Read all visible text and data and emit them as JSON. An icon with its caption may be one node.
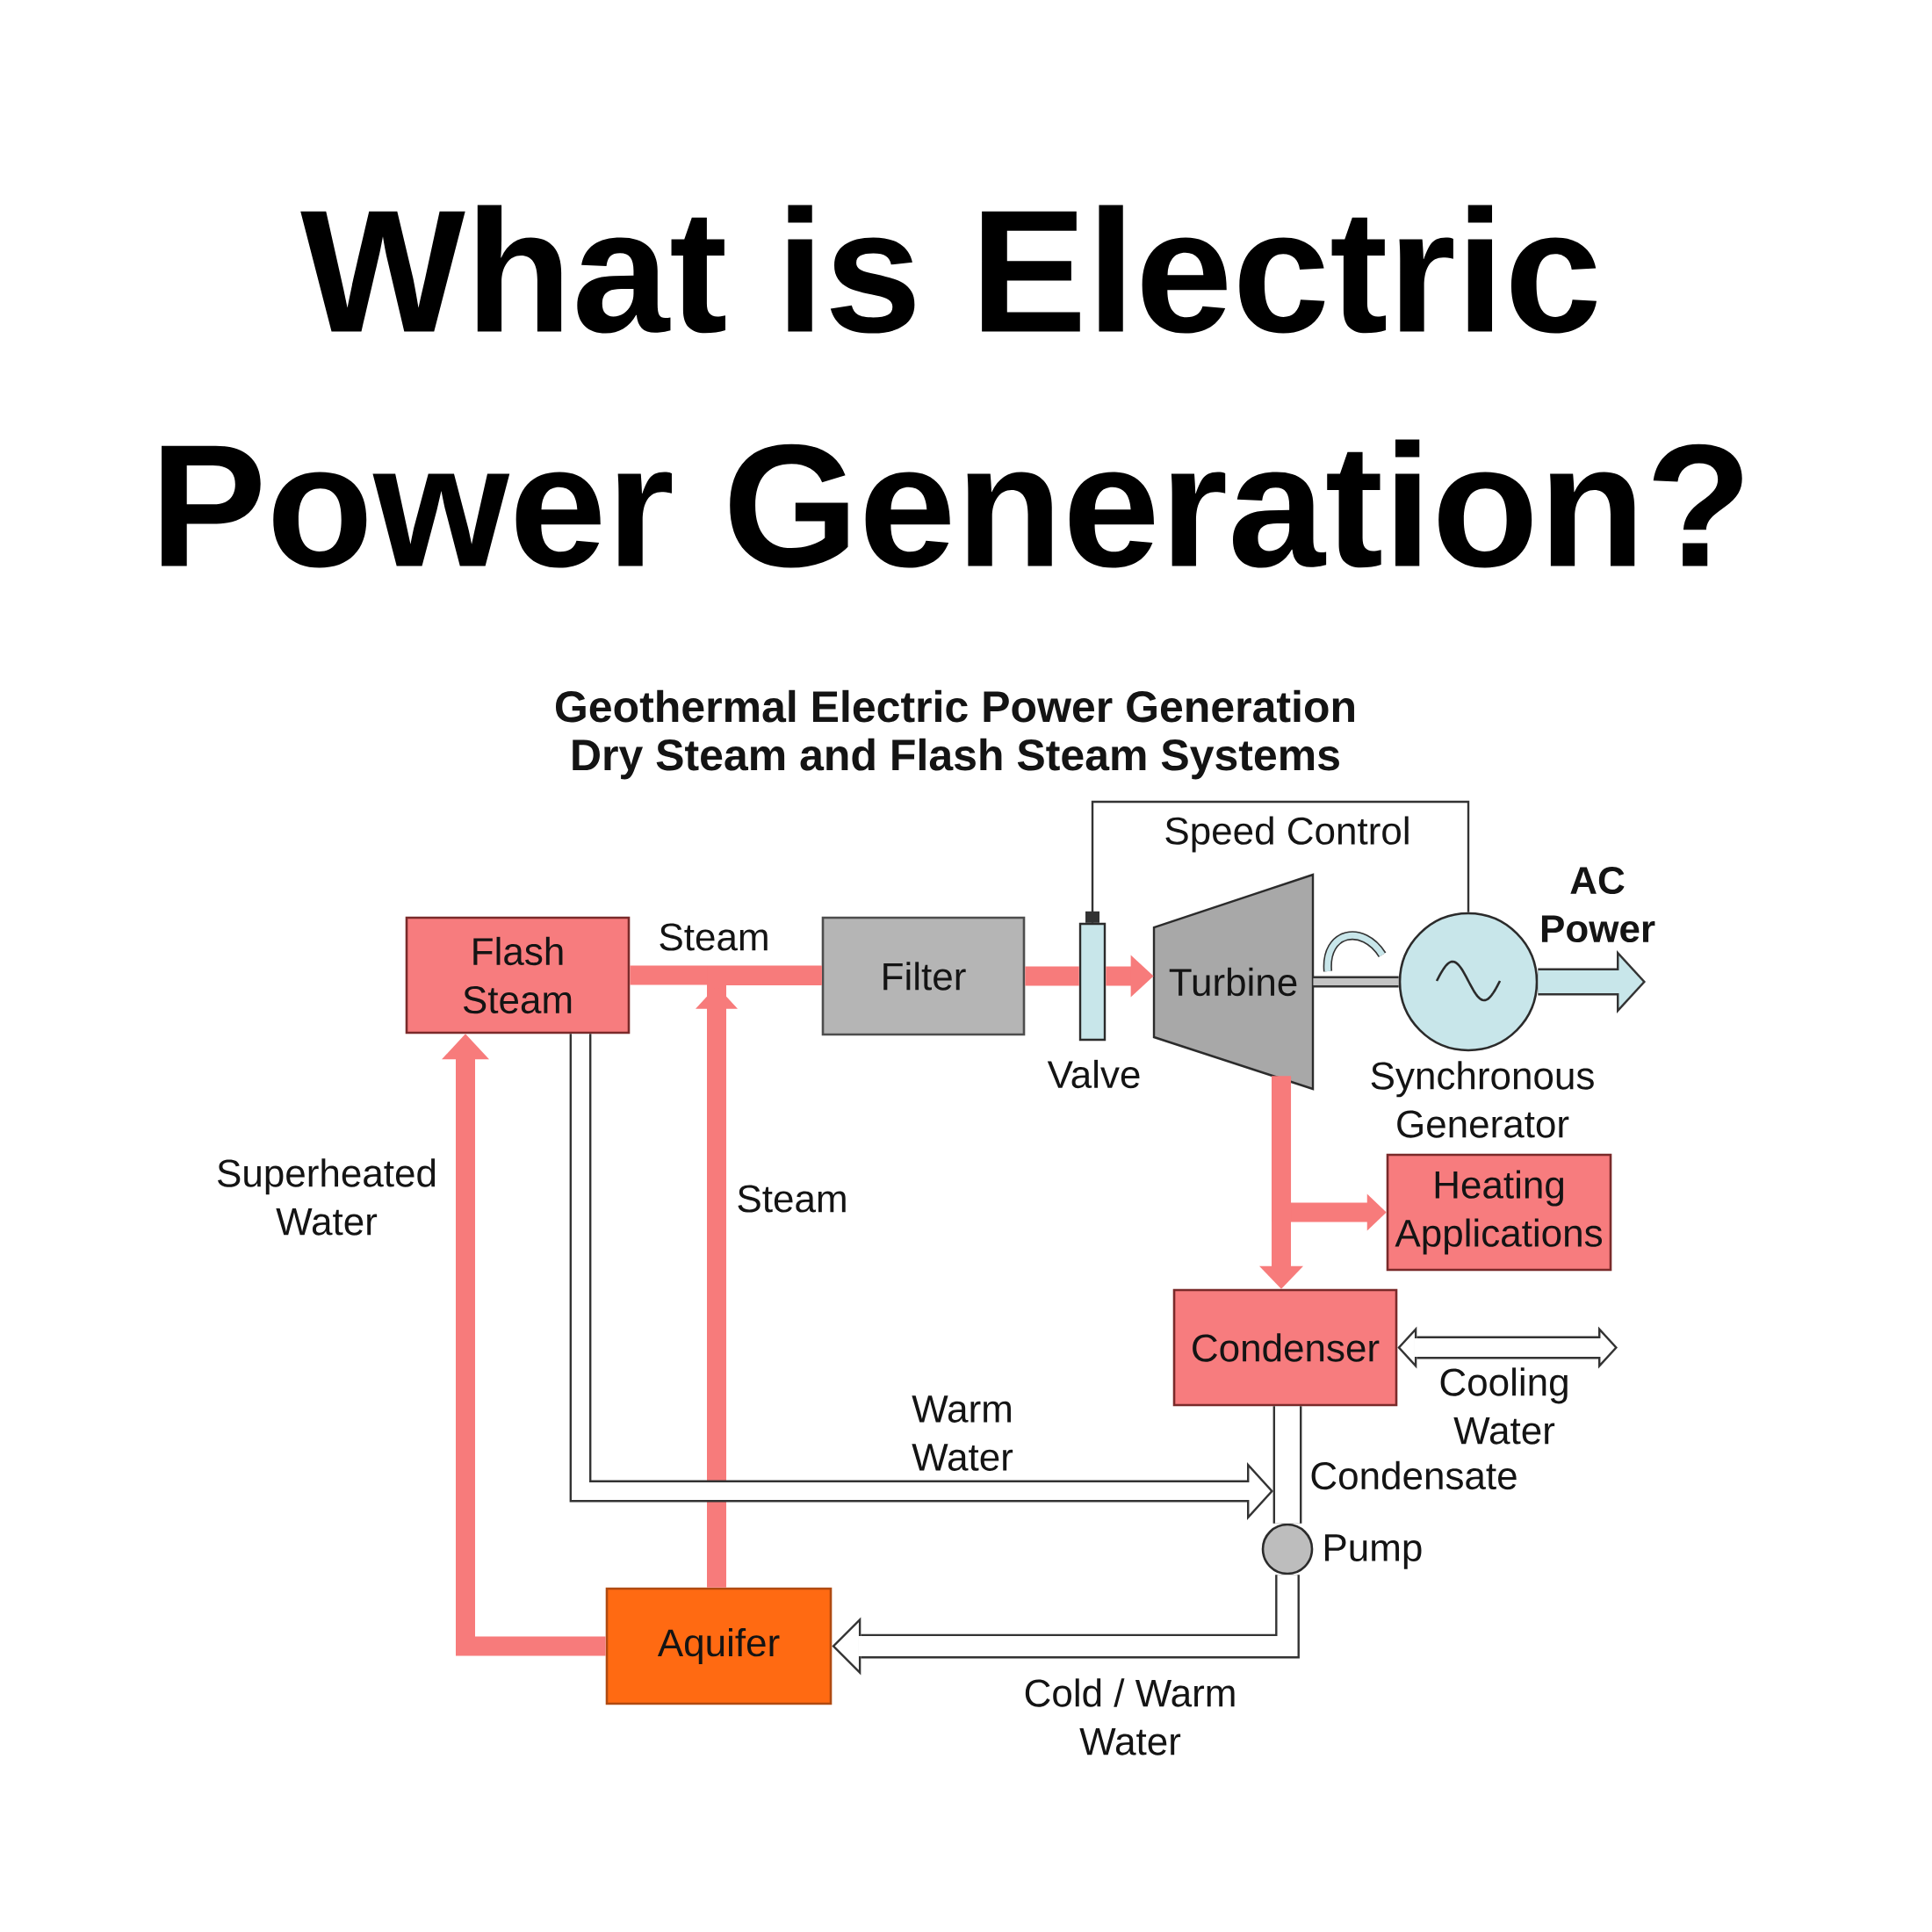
{
  "diagram": {
    "title": "What is Electric Power Generation?",
    "nodes": [
      {
        "text": [
          "Flash Steam"
        ]
      },
      {
        "text": [
          "Filter"
        ]
      },
      {
        "text": [
          "Valve"
        ]
      },
      {
        "text": [
          "Turbine"
        ]
      },
      {
        "text": [
          "Synchronous Generator"
        ]
      },
      {
        "text": [
          "Heating Applications"
        ]
      },
      {
        "text": [
          "Condenser"
        ]
      },
      {
        "text": [
          "Pump"
        ]
      },
      {
        "text": [
          "Aquifer"
        ]
      }
    ],
    "edges": [
      {
        "from": 0,
        "to": 1,
        "arrow": "none",
        "label": "Steam"
      },
      {
        "from": 8,
        "to": 1,
        "arrow": "to",
        "label": "Steam"
      },
      {
        "from": 1,
        "to": 2,
        "arrow": "none"
      },
      {
        "from": 2,
        "to": 3,
        "arrow": "to"
      },
      {
        "from": 4,
        "to": 2,
        "arrow": "other",
        "label": "Speed Control",
        "color": "#333333"
      },
      {
        "from": 3,
        "to": 4,
        "arrow": "none",
        "color": "#333333"
      },
      {
        "from": 4,
        "to": null,
        "arrow": "to",
        "label": "AC Power",
        "color": "#333333"
      },
      {
        "from": 3,
        "to": 5,
        "arrow": "to"
      },
      {
        "from": 3,
        "to": 6,
        "arrow": "to"
      },
      {
        "from": 6,
        "to": null,
        "arrow": "both",
        "label": "Cooling Water",
        "color": "#333333"
      },
      {
        "from": 6,
        "to": 7,
        "arrow": "none",
        "label": "Condensate",
        "color": "#333333"
      },
      {
        "from": 0,
        "to": 7,
        "arrow": "to",
        "label": "Warm Water",
        "color": "#333333"
      },
      {
        "from": 7,
        "to": 8,
        "arrow": "to",
        "label": "Cold / Warm Water",
        "color": "#333333"
      },
      {
        "from": 8,
        "to": 0,
        "arrow": "to",
        "label": "Superheated Water"
      }
    ],
    "labels": [
      "Geothermal Electric Power Generation",
      "Dry Steam and Flash Steam Systems"
    ]
  }
}
